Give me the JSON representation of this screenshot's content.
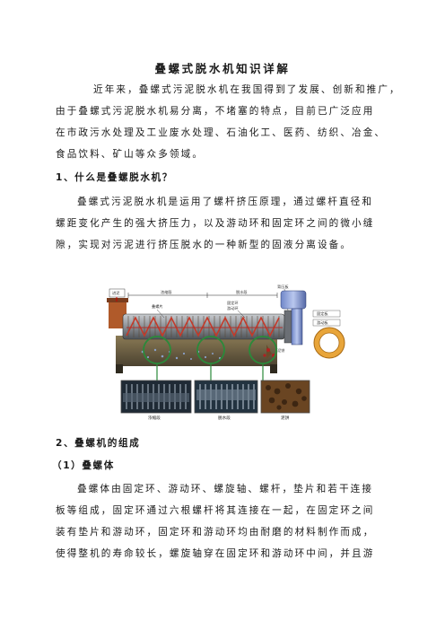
{
  "title": "叠螺式脱水机知识详解",
  "intro": [
    "近年来，叠螺式污泥脱水机在我国得到了发展、创新和推广，",
    "由于叠螺式污泥脱水机易分离，不堵塞的特点，目前已广泛应用",
    "在市政污水处理及工业废水处理、石油化工、医药、纺织、冶金、",
    "食品饮料、矿山等众多领域。"
  ],
  "section1": {
    "heading": "1、什么是叠螺脱水机？",
    "lines": [
      "叠螺式污泥脱水机是运用了螺杆挤压原理，通过螺杆直径和",
      "螺距变化产生的强大挤压力，以及游动环和固定环之间的微小缝",
      "隙，实现对污泥进行挤压脱水的一种新型的固液分离设备。"
    ]
  },
  "figure": {
    "labels": {
      "inlet": "进泥",
      "thicken_zone": "浓缩段",
      "dewater_zone": "脱水段",
      "back_plate": "背压板",
      "screw_shaft": "叠螺片",
      "fixed_ring": "固定环",
      "moving_ring": "游动环",
      "fixed_plate": "固定板",
      "moving_plate": "游动板",
      "cake": "泥饼",
      "photo1": "浓缩段",
      "photo2": "脱水段",
      "photo3": "泥饼"
    }
  },
  "section2": {
    "heading": "2、叠螺机的组成",
    "sub_heading": "（1）叠螺体",
    "lines": [
      "叠螺体由固定环、游动环、螺旋轴、螺杆，垫片和若干连接",
      "板等组成，固定环通过六根螺杆将其连接在一起，在固定环之间",
      "装有垫片和游动环，固定环和游动环均由耐磨的材料制作而成，",
      "使得整机的寿命较长，螺旋轴穿在固定环和游动环中间，并且游"
    ]
  }
}
